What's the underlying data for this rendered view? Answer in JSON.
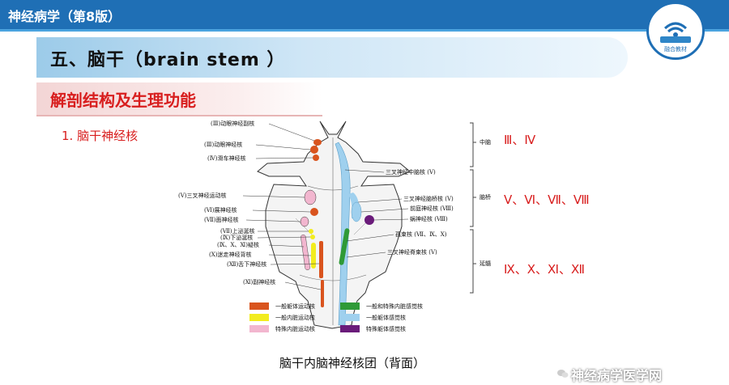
{
  "header": {
    "title": "神经病学（第8版）"
  },
  "logo": {
    "caption": "融合教材"
  },
  "section": {
    "title": "五、脑干（brain stem ）"
  },
  "subsection": {
    "title": "解剖结构及生理功能"
  },
  "point": {
    "label": "1. 脑干神经核"
  },
  "diagram": {
    "left_labels": [
      "(Ⅲ)动眼神经副核",
      "(Ⅲ)动眼神经核",
      "(Ⅳ)滑车神经核",
      "(Ⅴ)三叉神经运动核",
      "(Ⅵ)展神经核",
      "(Ⅶ)面神经核",
      "(Ⅶ)上泌涎核",
      "(Ⅸ)下泌涎核",
      "(Ⅸ、Ⅹ、Ⅺ)疑核",
      "(Ⅹ)迷走神经背核",
      "(Ⅻ)舌下神经核",
      "(Ⅺ)副神经核"
    ],
    "right_labels": [
      "三叉神经中脑核 (Ⅴ)",
      "三叉神经脑桥核 (Ⅴ)",
      "前庭神经核 (Ⅷ)",
      "蜗神经核 (Ⅷ)",
      "孤束核 (Ⅶ、Ⅸ、Ⅹ)",
      "三叉神经脊束核 (Ⅴ)"
    ],
    "regions": [
      {
        "name": "中脑",
        "nerves": "Ⅲ、Ⅳ"
      },
      {
        "name": "脑桥",
        "nerves": "Ⅴ、Ⅵ、Ⅶ、Ⅷ"
      },
      {
        "name": "延髓",
        "nerves": "Ⅸ、Ⅹ、Ⅺ、Ⅻ"
      }
    ],
    "legend": [
      {
        "label": "一般躯体运动核",
        "color": "#d9541e"
      },
      {
        "label": "一般和特殊内脏感觉核",
        "color": "#2e9a37"
      },
      {
        "label": "一般内脏运动核",
        "color": "#f2ec1e"
      },
      {
        "label": "一般躯体感觉核",
        "color": "#9fd0ee"
      },
      {
        "label": "特殊内脏运动核",
        "color": "#f2b6cf"
      },
      {
        "label": "特殊躯体感觉核",
        "color": "#6a1b7a"
      }
    ]
  },
  "caption": {
    "text": "脑干内脑神经核团（背面）"
  },
  "watermark": {
    "text": "神经病学医学网"
  },
  "colors": {
    "header": "#1f6fb5",
    "accent_red": "#d81e1e"
  }
}
